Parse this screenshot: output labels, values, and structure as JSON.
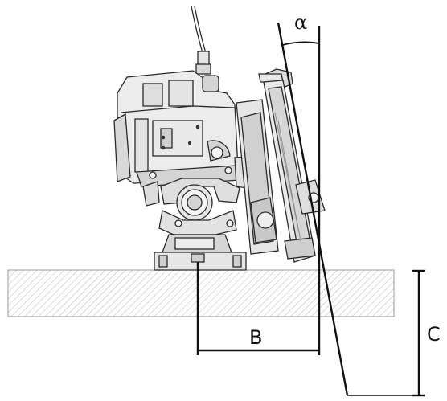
{
  "labels": {
    "angle": "α",
    "distance_b": "B",
    "depth_c": "C"
  },
  "colors": {
    "line": "#111111",
    "outline": "#2a2a2a",
    "light_gray": "#eeeeee",
    "mid_gray": "#d6d6d6",
    "dark_gray": "#bcbcbc",
    "hatch": "#9a9a9a"
  }
}
